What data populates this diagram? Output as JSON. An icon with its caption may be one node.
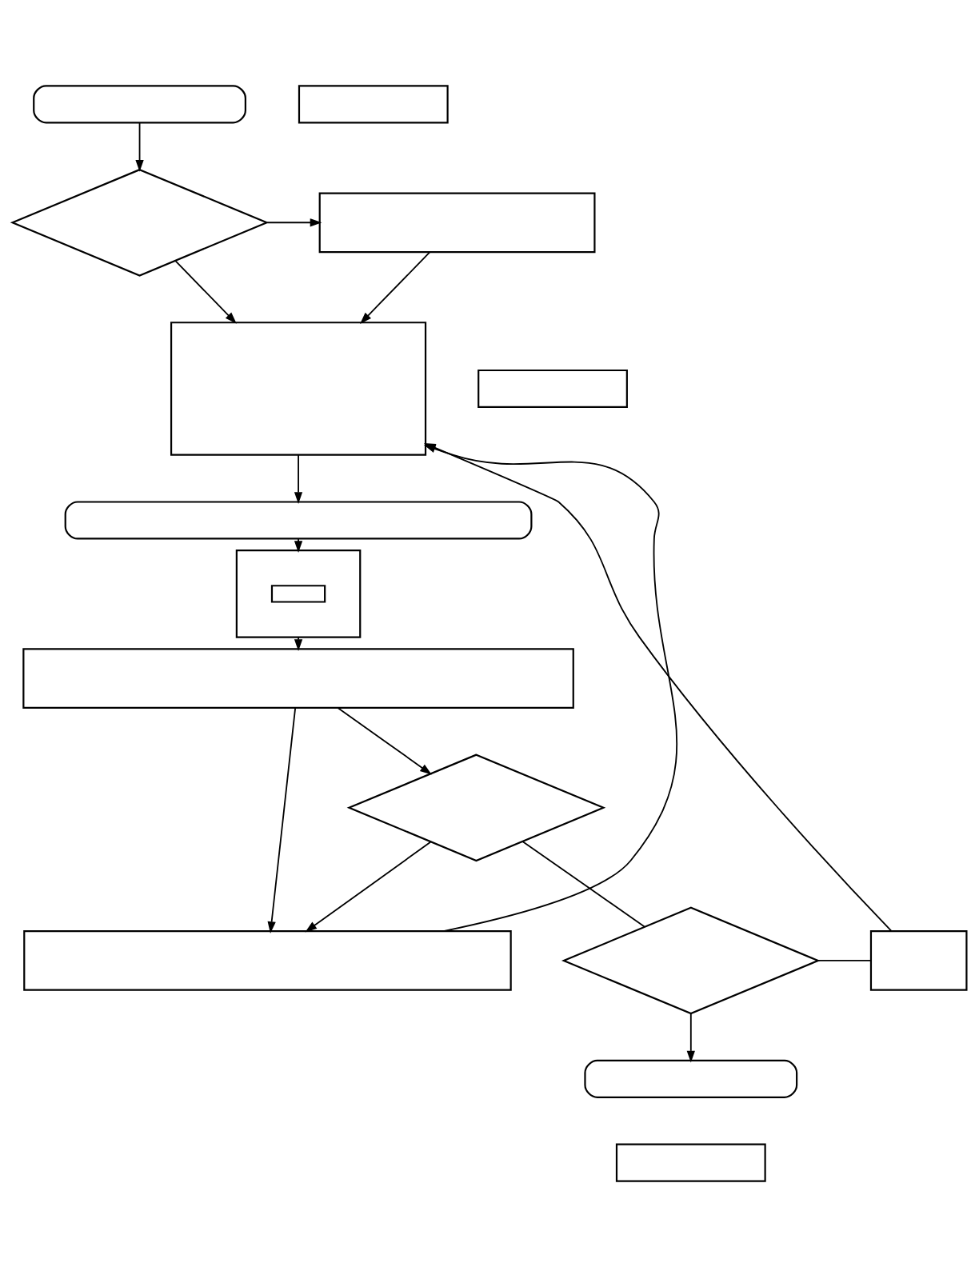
{
  "diagram": {
    "nodes": [
      {
        "text": [],
        "shape": "box"
      },
      {
        "text": [],
        "shape": "diamond"
      },
      {
        "text": [],
        "shape": "box"
      },
      {
        "text": [],
        "shape": "box"
      },
      {
        "text": [],
        "shape": "box"
      },
      {
        "text": [],
        "shape": "box"
      },
      {
        "text": [],
        "shape": "box"
      },
      {
        "text": [],
        "shape": "box",
        "in": 6
      },
      {
        "text": [],
        "shape": "box"
      },
      {
        "text": [],
        "shape": "box"
      },
      {
        "text": [],
        "shape": "diamond"
      },
      {
        "text": [],
        "shape": "box"
      },
      {
        "text": [],
        "shape": "box"
      },
      {
        "text": [],
        "shape": "diamond"
      },
      {
        "text": [],
        "shape": "box"
      },
      {
        "text": [],
        "shape": "box"
      }
    ],
    "edges": [
      {
        "from": 0,
        "to": 1,
        "arrow": "to"
      },
      {
        "from": 1,
        "to": 2,
        "arrow": "to"
      },
      {
        "from": 2,
        "to": 3,
        "arrow": "to"
      },
      {
        "from": 1,
        "to": 3,
        "arrow": "to"
      },
      {
        "from": 11,
        "to": 3,
        "arrow": "to"
      },
      {
        "from": 12,
        "to": 3,
        "arrow": "to"
      },
      {
        "from": 3,
        "to": 5,
        "arrow": "to"
      },
      {
        "from": 5,
        "to": 6,
        "arrow": "to"
      },
      {
        "from": 6,
        "to": 9,
        "arrow": "to"
      },
      {
        "from": 9,
        "to": 12,
        "arrow": "to"
      },
      {
        "from": 9,
        "to": 10,
        "arrow": "to"
      },
      {
        "from": 10,
        "to": 12,
        "arrow": "to"
      },
      {
        "from": 10,
        "to": 13,
        "arrow": "none"
      },
      {
        "from": 13,
        "to": 11,
        "arrow": "none"
      },
      {
        "from": 13,
        "to": 14,
        "arrow": "to"
      }
    ]
  }
}
